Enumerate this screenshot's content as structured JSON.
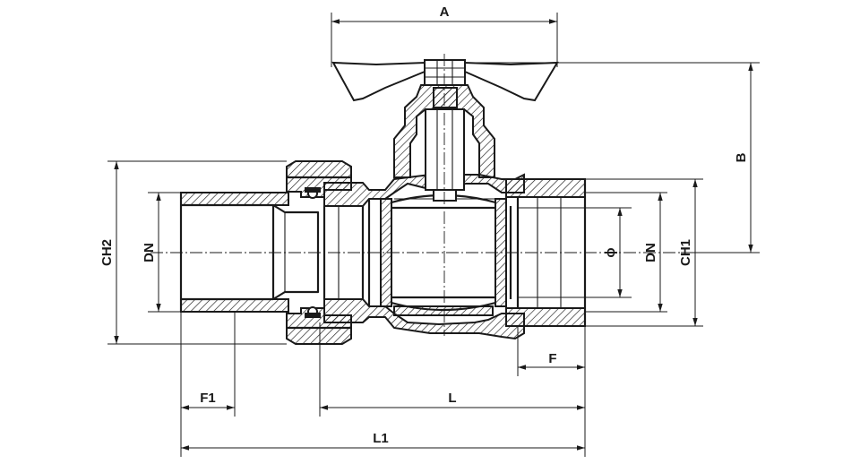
{
  "dimensions": {
    "A": "A",
    "B": "B",
    "CH1": "CH1",
    "CH2": "CH2",
    "DN_left": "DN",
    "DN_right": "DN",
    "diameter": "ϕ",
    "F": "F",
    "F1": "F1",
    "L": "L",
    "L1": "L1"
  }
}
